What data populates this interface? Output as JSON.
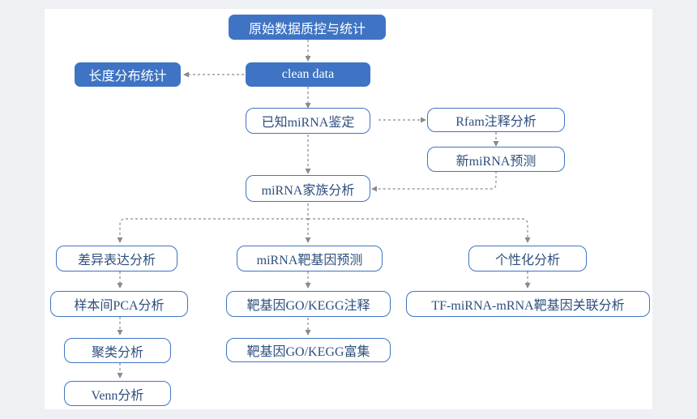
{
  "nodes": {
    "qc": "原始数据质控与统计",
    "length_stats": "长度分布统计",
    "clean_data": "clean data",
    "known_mirna": "已知miRNA鉴定",
    "rfam": "Rfam注释分析",
    "novel_mirna": "新miRNA预测",
    "family": "miRNA家族分析",
    "diff": "差异表达分析",
    "pca": "样本间PCA分析",
    "cluster": "聚类分析",
    "venn": "Venn分析",
    "target": "miRNA靶基因预测",
    "go_kegg_annot": "靶基因GO/KEGG注释",
    "go_kegg_enrich": "靶基因GO/KEGG富集",
    "personal": "个性化分析",
    "tf_assoc": "TF-miRNA-mRNA靶基因关联分析"
  },
  "colors": {
    "filled_node": "#3f74c4",
    "outline_border": "#3f74c4",
    "outline_text": "#2e4f7d",
    "arrow": "#8a8a8a",
    "canvas": "#ffffff",
    "background": "#eef0f3"
  }
}
